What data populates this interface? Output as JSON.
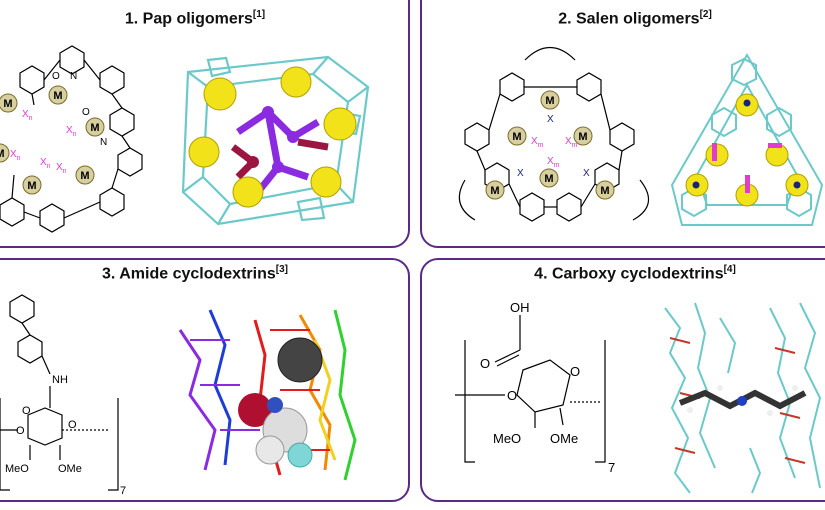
{
  "panels": [
    {
      "number": "1.",
      "title": "Pap oligomers",
      "ref": "[1]"
    },
    {
      "number": "2.",
      "title": "Salen oligomers",
      "ref": "[2]"
    },
    {
      "number": "3.",
      "title": "Amide cyclodextrins",
      "ref": "[3]"
    },
    {
      "number": "4.",
      "title": "Carboxy cyclodextrins",
      "ref": "[4]"
    }
  ],
  "labels": {
    "metal": "M",
    "x_n": "X",
    "sub_n": "n",
    "sub_m": "m",
    "x_plain": "X",
    "O": "O",
    "N": "N",
    "NH": "NH",
    "OH": "OH",
    "OMe": "OMe",
    "MeO": "MeO",
    "repeat_7": "7"
  },
  "colors": {
    "frame": "#5b2a86",
    "metal_fill": "#d8cfa0",
    "xn": "#e23bd0",
    "x_blue": "#1a237e",
    "sphere_yellow": "#f2e21a",
    "purple": "#8a2be2",
    "maroon": "#9c1540",
    "cyan_stick": "#6cc9c9"
  }
}
